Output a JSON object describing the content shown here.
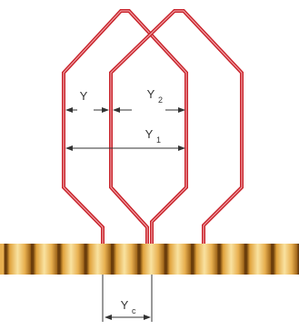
{
  "colors": {
    "coil_outer": "#c8222a",
    "coil_inner": "#f0a0a5",
    "dimension": "#333333",
    "slot_dark": "#7a4a0e",
    "slot_mid": "#e0a23c",
    "slot_light": "#f9e2a0",
    "background": "#ffffff"
  },
  "labels": {
    "y": {
      "main": "Y",
      "sub": ""
    },
    "y2": {
      "main": "Y",
      "sub": "2"
    },
    "y1": {
      "main": "Y",
      "sub": "1"
    },
    "yc": {
      "main": "Y",
      "sub": "c"
    }
  },
  "commutator": {
    "segment_count": 11
  }
}
